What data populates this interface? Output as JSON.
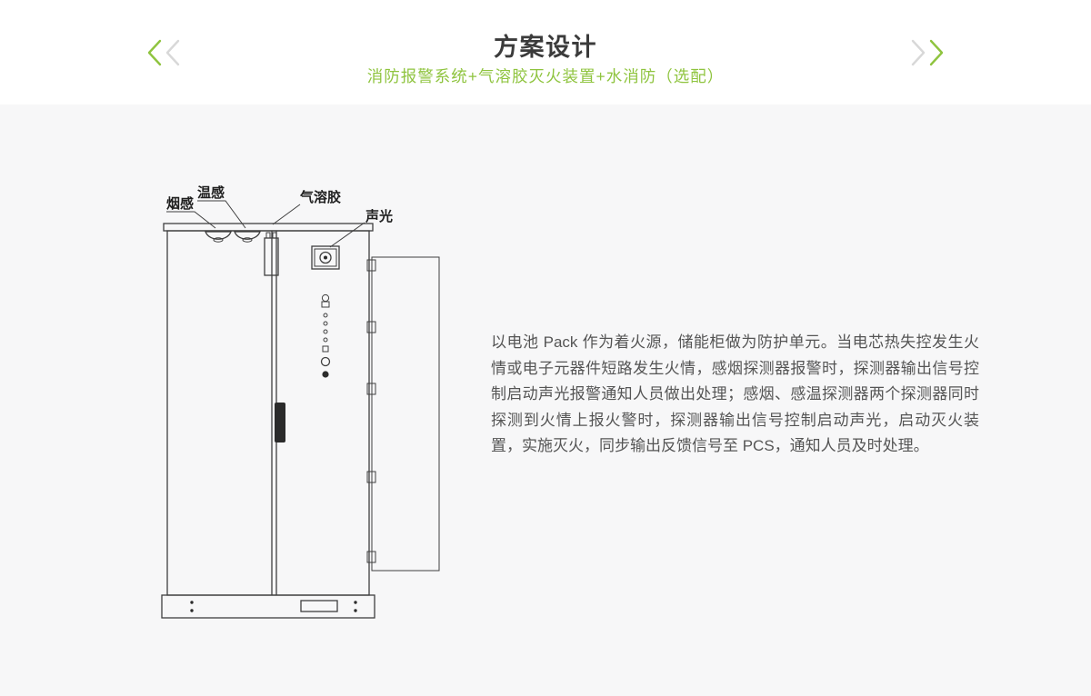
{
  "header": {
    "title": "方案设计",
    "subtitle": "消防报警系统+气溶胶灭火装置+水消防（选配）"
  },
  "nav": {
    "prev_icon": "chevron-left-icon",
    "next_icon": "chevron-right-icon"
  },
  "colors": {
    "accent_green": "#8fc43f",
    "muted_arrow": "#d8d8d8",
    "content_background": "#f7f7f8",
    "diagram_line": "#3f3f3f",
    "body_text": "#555555"
  },
  "diagram": {
    "labels": {
      "smoke": "烟感",
      "temp": "温感",
      "aerosol": "气溶胶",
      "sound_light": "声光"
    }
  },
  "description": "以电池 Pack 作为着火源，储能柜做为防护单元。当电芯热失控发生火情或电子元器件短路发生火情，感烟探测器报警时，探测器输出信号控制启动声光报警通知人员做出处理；感烟、感温探测器两个探测器同时探测到火情上报火警时，探测器输出信号控制启动声光，启动灭火装置，实施灭火，同步输出反馈信号至 PCS，通知人员及时处理。"
}
